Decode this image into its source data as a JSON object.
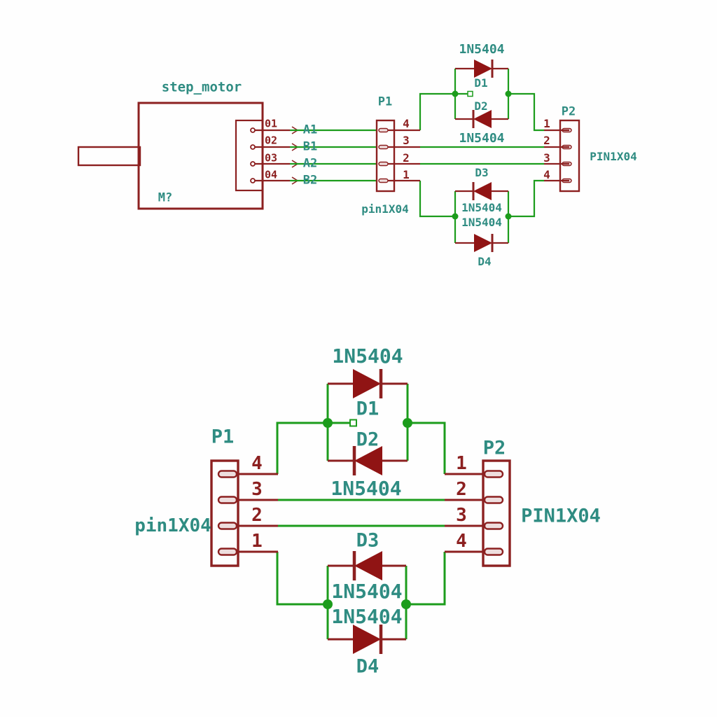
{
  "colors": {
    "wire_green": "#1c9c1c",
    "component_maroon": "#8c2020",
    "label_teal": "#2f8c82",
    "diode_fill": "#901414",
    "background": "#fefefe"
  },
  "ov": {
    "motor": {
      "title": "step_motor",
      "reference": "M?",
      "pins": [
        {
          "num": "01",
          "net": "A1"
        },
        {
          "num": "02",
          "net": "B1"
        },
        {
          "num": "03",
          "net": "A2"
        },
        {
          "num": "04",
          "net": "B2"
        }
      ]
    },
    "p1": {
      "reference": "P1",
      "value": "pin1X04",
      "pins": [
        "4",
        "3",
        "2",
        "1"
      ]
    },
    "p2": {
      "reference": "P2",
      "value": "PIN1X04",
      "pins": [
        "1",
        "2",
        "3",
        "4"
      ]
    },
    "d1": {
      "reference": "D1",
      "value": "1N5404"
    },
    "d2": {
      "reference": "D2",
      "value": "1N5404"
    },
    "d3": {
      "reference": "D3",
      "value": "1N5404"
    },
    "d4": {
      "reference": "D4",
      "value": "1N5404"
    }
  },
  "dt": {
    "p1": {
      "reference": "P1",
      "value": "pin1X04",
      "pins": [
        "4",
        "3",
        "2",
        "1"
      ]
    },
    "p2": {
      "reference": "P2",
      "value": "PIN1X04",
      "pins": [
        "1",
        "2",
        "3",
        "4"
      ]
    },
    "d1": {
      "reference": "D1",
      "value": "1N5404"
    },
    "d2": {
      "reference": "D2",
      "value": "1N5404"
    },
    "d3": {
      "reference": "D3",
      "value": "1N5404"
    },
    "d4": {
      "reference": "D4",
      "value": "1N5404"
    }
  }
}
